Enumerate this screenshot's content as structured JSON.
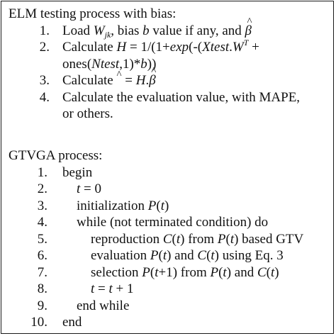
{
  "elm": {
    "title": "ELM testing process with bias:",
    "steps": [
      {
        "num": "1.",
        "parts": [
          "Load ",
          "W",
          "jk",
          ", bias ",
          "b",
          " value if any, and ",
          "β"
        ]
      },
      {
        "num": "2.",
        "parts": [
          "Calculate ",
          "H",
          " = 1/(1+",
          "exp",
          "(-(",
          "Xtest",
          ".",
          "W",
          "T",
          " +"
        ]
      },
      {
        "num": "",
        "parts": [
          "ones(",
          "Ntest",
          ",1)*",
          "b",
          "))"
        ]
      },
      {
        "num": "3.",
        "parts": [
          "Calculate ",
          "^",
          " = ",
          "H",
          ".",
          "β"
        ]
      },
      {
        "num": "4.",
        "parts": [
          "Calculate the evaluation value, with MAPE,"
        ]
      },
      {
        "num": "",
        "parts": [
          "or others."
        ]
      }
    ]
  },
  "gtvga": {
    "title": "GTVGA process:",
    "steps": [
      {
        "num": "1.",
        "text": "begin"
      },
      {
        "num": "2.",
        "parts": [
          "t",
          " = 0"
        ]
      },
      {
        "num": "3.",
        "parts": [
          "initialization ",
          "P",
          "(",
          "t",
          ")"
        ]
      },
      {
        "num": "4.",
        "text": "while (not terminated condition) do"
      },
      {
        "num": "5.",
        "parts": [
          "reproduction ",
          "C",
          "(",
          "t",
          ") from ",
          "P",
          "(",
          "t",
          ") based GTV"
        ]
      },
      {
        "num": "6.",
        "parts": [
          "evaluation ",
          "P",
          "(",
          "t",
          ") and ",
          "C",
          "(",
          "t",
          ") using Eq. 3"
        ]
      },
      {
        "num": "7.",
        "parts": [
          "selection ",
          "P",
          "(",
          "t",
          "+1) from ",
          "P",
          "(",
          "t",
          ") and ",
          "C",
          "(",
          "t",
          ")"
        ]
      },
      {
        "num": "8.",
        "parts": [
          "t",
          " = ",
          "t",
          " + 1"
        ]
      },
      {
        "num": "9.",
        "text": "end while"
      },
      {
        "num": "10.",
        "text": "end"
      }
    ]
  }
}
